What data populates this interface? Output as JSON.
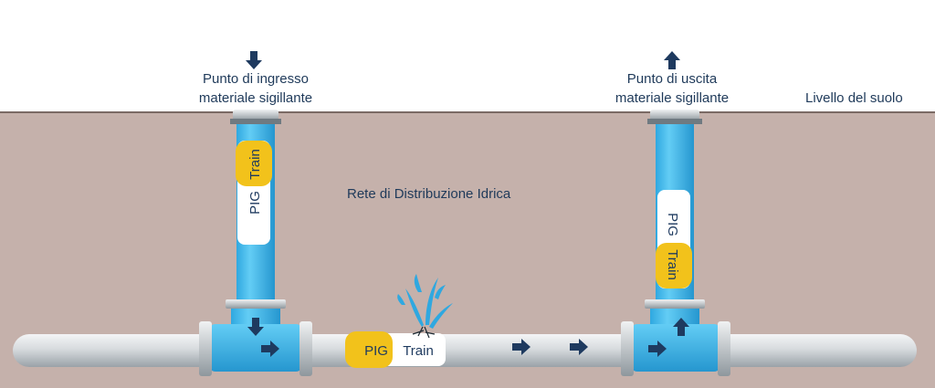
{
  "labels": {
    "entry_line1": "Punto di ingresso",
    "entry_line2": "materiale sigillante",
    "exit_line1": "Punto di uscita",
    "exit_line2": "materiale sigillante",
    "ground_level": "Livello del suolo",
    "network": "Rete di Distribuzione Idrica"
  },
  "pigs": {
    "entry": {
      "left": "PIG",
      "right": "Train"
    },
    "main": {
      "left": "PIG",
      "right": "Train"
    },
    "exit": {
      "left": "PIG",
      "right": "Train"
    }
  },
  "icons": {
    "down_arrow": "down-arrow-icon",
    "up_arrow": "up-arrow-icon",
    "flow_arrow": "right-arrow-icon",
    "leak": "water-leak-icon"
  },
  "colors": {
    "pipe_blue": "#4fc3f7",
    "pipe_gray": "#d9dde0",
    "ground": "#c5b1ab",
    "pig_yellow": "#f2c21b",
    "arrow_navy": "#1e3a5f"
  }
}
